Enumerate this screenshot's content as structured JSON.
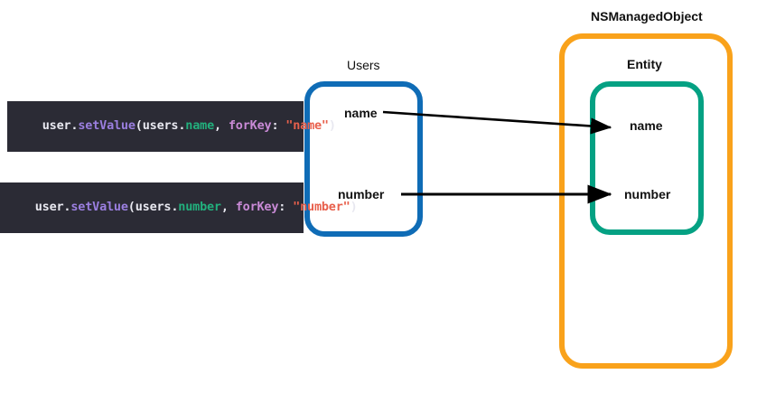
{
  "diagram": {
    "title_nsmanagedobject": "NSManagedObject",
    "title_users": "Users",
    "title_entity": "Entity",
    "colors": {
      "users_border": "#0f6cb6",
      "nsmanagedobject_border": "#f9a21b",
      "entity_border": "#04a183",
      "code_background": "#2b2b35",
      "arrow": "#000000"
    }
  },
  "code_snippets": [
    {
      "id": "set-name",
      "full_text": "user.setValue(users.name, forKey: \"name\")",
      "tokens": [
        {
          "text": "user.",
          "kind": "plain"
        },
        {
          "text": "setValue",
          "kind": "method"
        },
        {
          "text": "(users.",
          "kind": "plain"
        },
        {
          "text": "name",
          "kind": "prop"
        },
        {
          "text": ", ",
          "kind": "plain"
        },
        {
          "text": "forKey",
          "kind": "label"
        },
        {
          "text": ": ",
          "kind": "plain"
        },
        {
          "text": "\"name\"",
          "kind": "string"
        },
        {
          "text": ")",
          "kind": "plain"
        }
      ]
    },
    {
      "id": "set-number",
      "full_text": "user.setValue(users.number, forKey: \"number\")",
      "tokens": [
        {
          "text": "user.",
          "kind": "plain"
        },
        {
          "text": "setValue",
          "kind": "method"
        },
        {
          "text": "(users.",
          "kind": "plain"
        },
        {
          "text": "number",
          "kind": "prop"
        },
        {
          "text": ", ",
          "kind": "plain"
        },
        {
          "text": "forKey",
          "kind": "label"
        },
        {
          "text": ": ",
          "kind": "plain"
        },
        {
          "text": "\"number\"",
          "kind": "string"
        },
        {
          "text": ")",
          "kind": "plain"
        }
      ]
    }
  ],
  "users_box": {
    "label": "Users",
    "fields": [
      {
        "name": "name"
      },
      {
        "name": "number"
      }
    ]
  },
  "entity_box": {
    "label": "Entity",
    "fields": [
      {
        "name": "name"
      },
      {
        "name": "number"
      }
    ]
  },
  "nsmanagedobject_box": {
    "label": "NSManagedObject"
  },
  "mappings": [
    {
      "from": "name",
      "to": "name"
    },
    {
      "from": "number",
      "to": "number"
    }
  ]
}
